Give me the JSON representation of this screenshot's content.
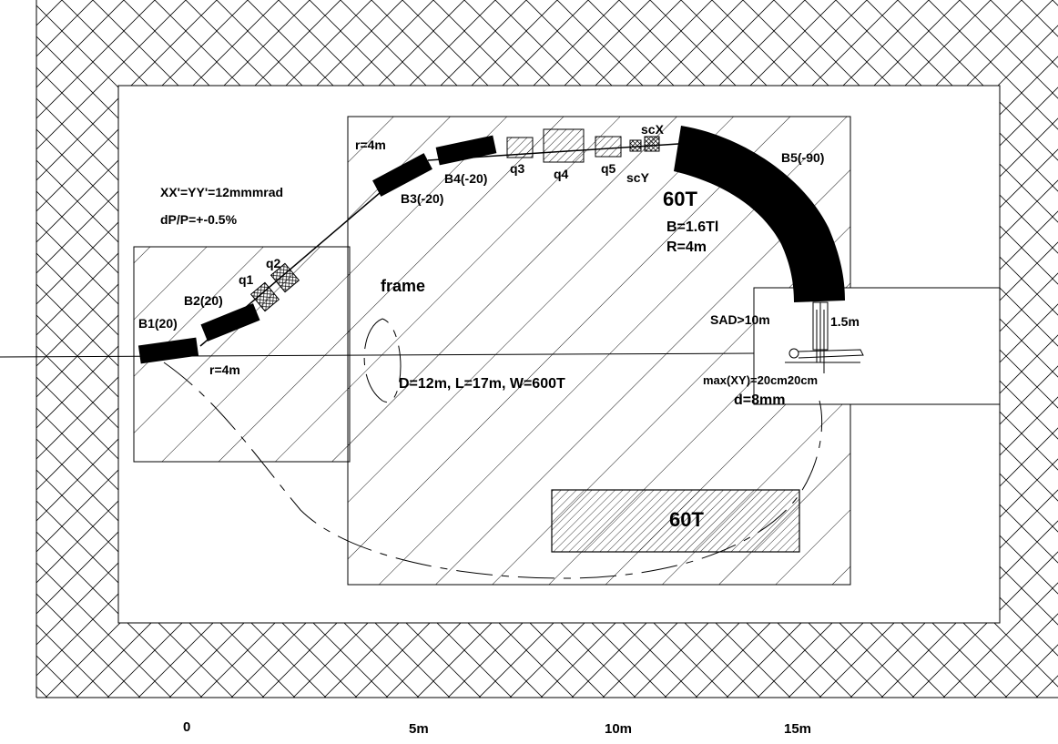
{
  "params": {
    "emittance": "XX'=YY'=12mmmrad",
    "momentum_spread": "dP/P=+-0.5%"
  },
  "magnets": {
    "b1": "B1(20)",
    "b2": "B2(20)",
    "b3": "B3(-20)",
    "b4": "B4(-20)",
    "b5": "B5(-90)",
    "q1": "q1",
    "q2": "q2",
    "q3": "q3",
    "q4": "q4",
    "q5": "q5",
    "scx": "scX",
    "scy": "scY"
  },
  "radius_labels": {
    "upper": "r=4m",
    "lower": "r=4m"
  },
  "gantry": {
    "frame_label": "frame",
    "frame_specs": "D=12m, L=17m, W=600T",
    "bend_weight": "60T",
    "bend_field": "B=1.6Tl",
    "bend_radius": "R=4m",
    "counterweight": "60T"
  },
  "treatment": {
    "sad": "SAD>10m",
    "height": "1.5m",
    "field_size": "max(XY)=20cm20cm",
    "spot": "d=8mm"
  },
  "scale": {
    "ticks": [
      "0",
      "5m",
      "10m",
      "15m"
    ]
  },
  "colors": {
    "ink": "#000000",
    "background": "#ffffff"
  }
}
